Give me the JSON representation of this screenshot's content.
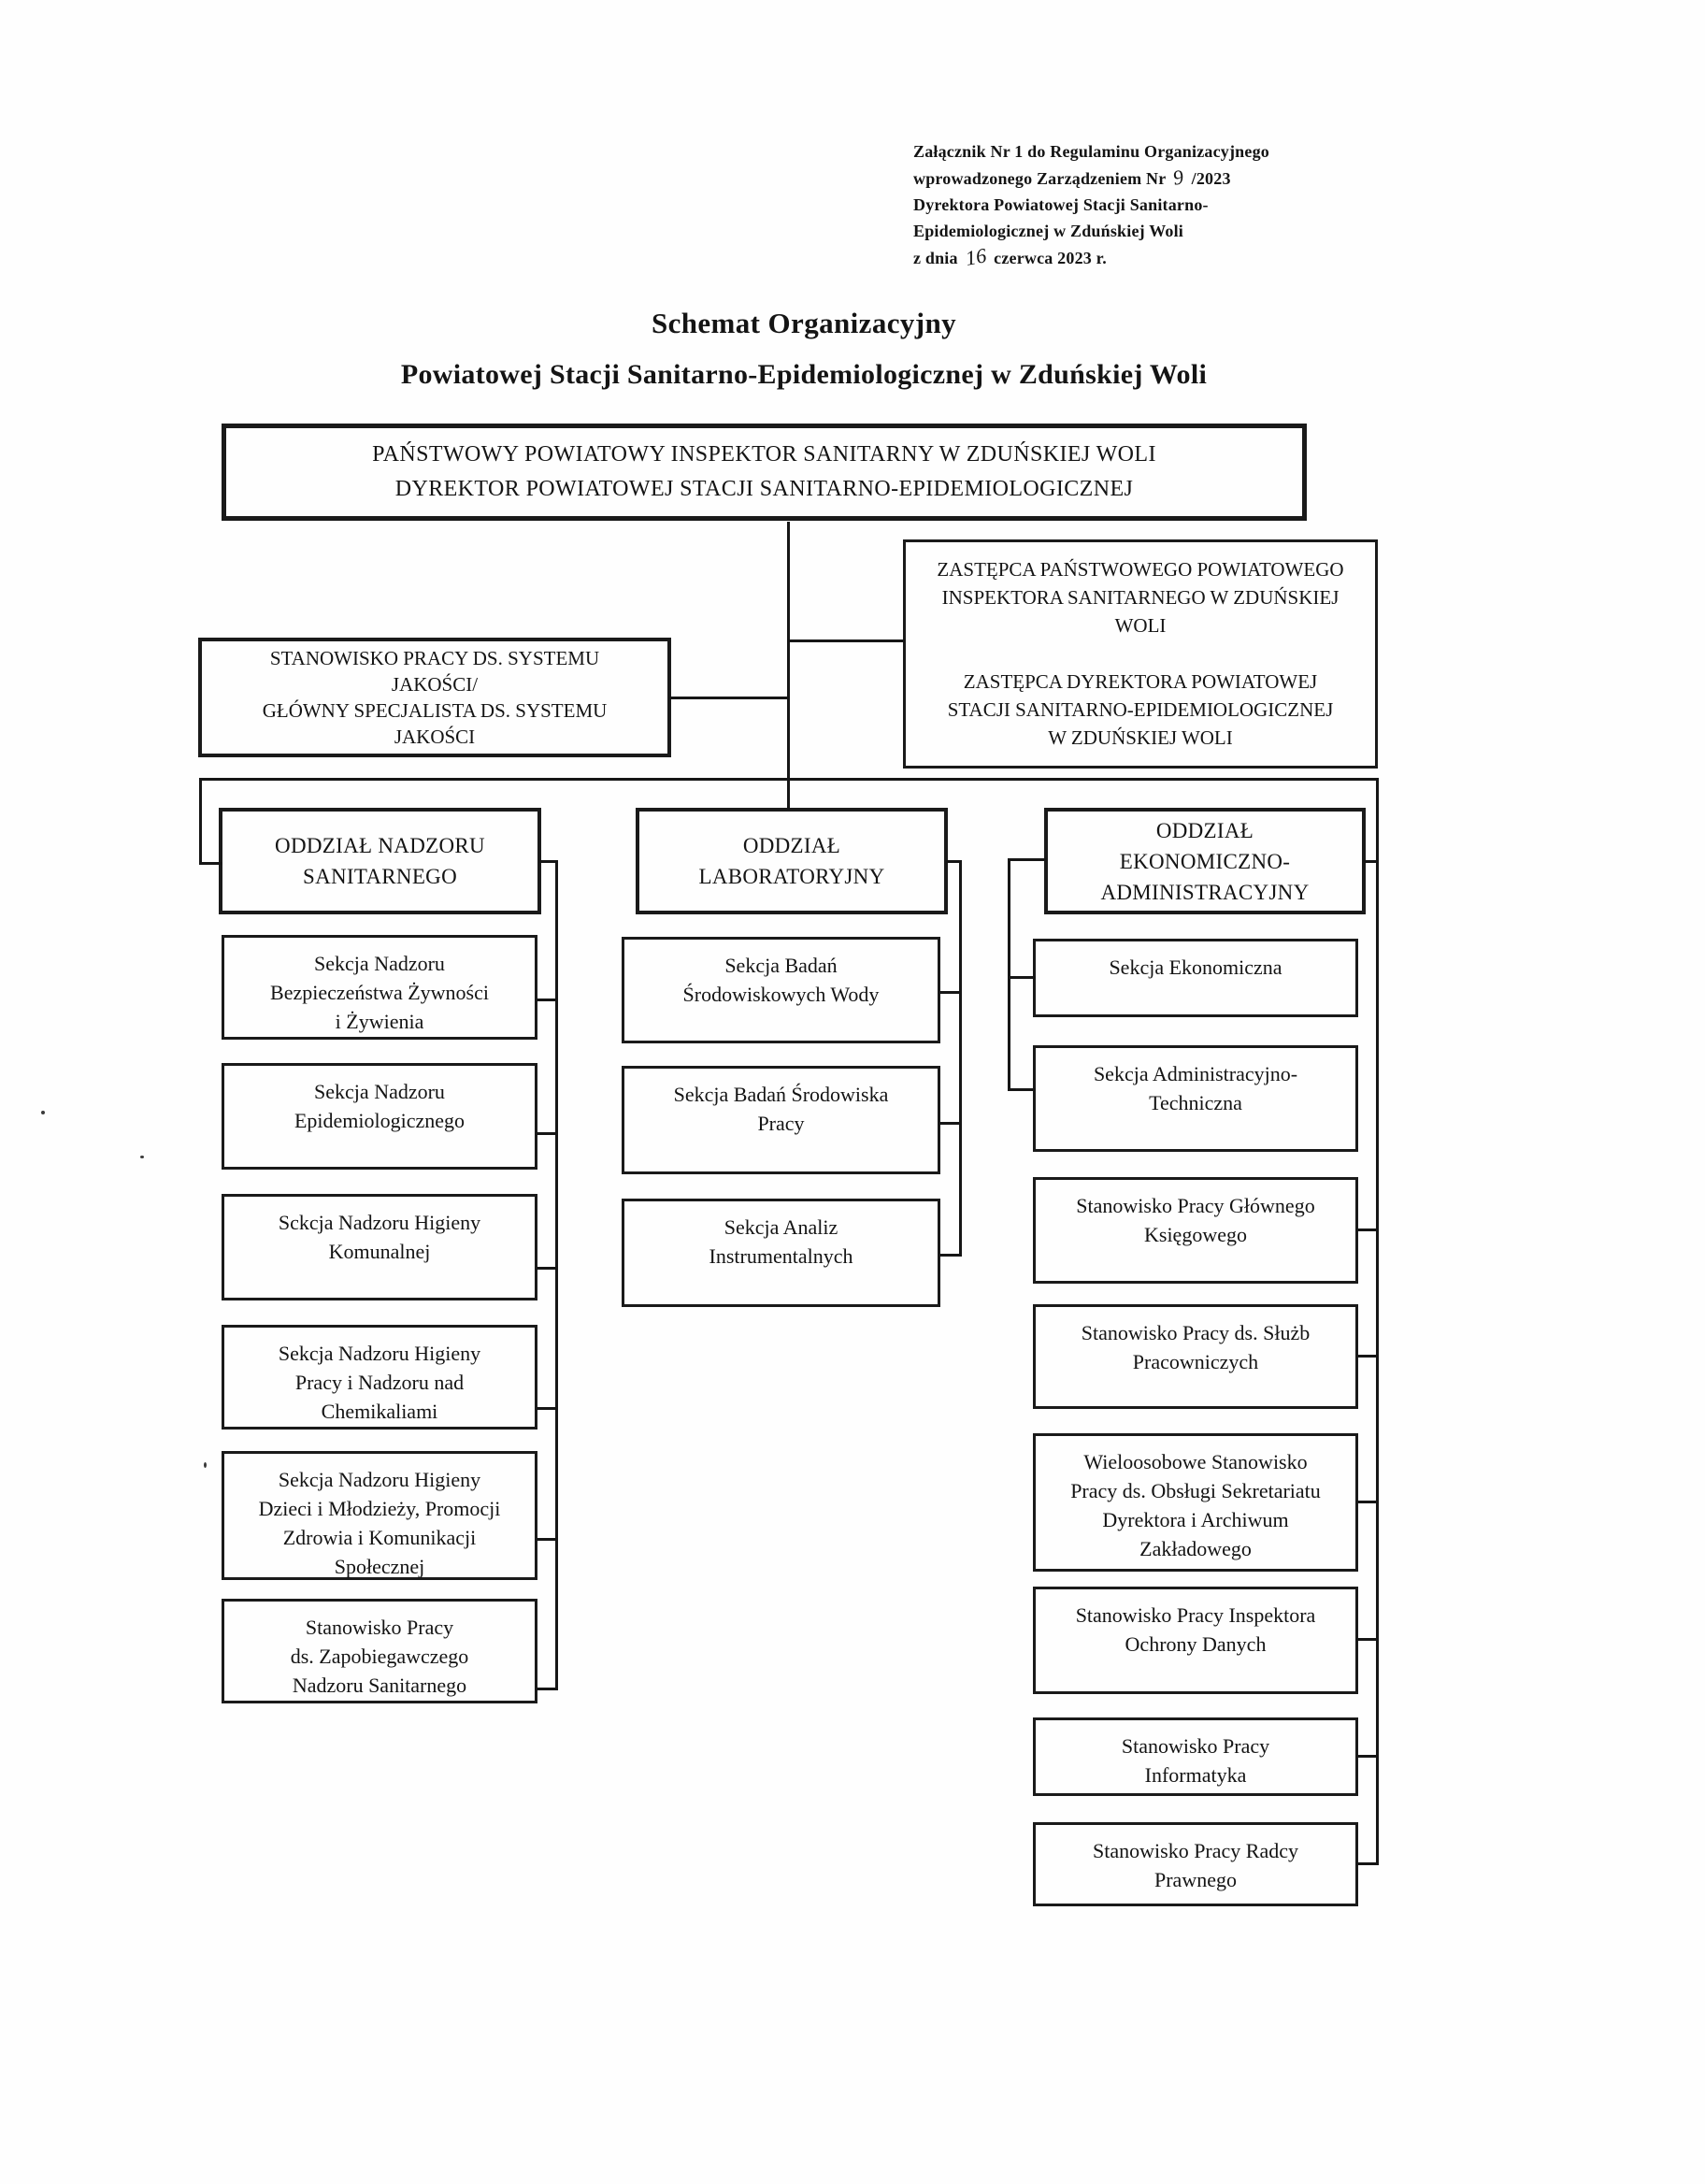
{
  "attachment_note": {
    "line1": "Załącznik Nr 1 do Regulaminu Organizacyjnego",
    "line2_prefix": "wprowadzonego Zarządzeniem Nr",
    "line2_number_handwritten": "9",
    "line2_suffix": "/2023",
    "line3": "Dyrektora Powiatowej Stacji Sanitarno-",
    "line4": "Epidemiologicznej w Zduńskiej Woli",
    "line5_prefix": "z dnia",
    "line5_day_handwritten": "16",
    "line5_suffix": "czerwca 2023 r."
  },
  "title": "Schemat Organizacyjny",
  "subtitle": "Powiatowej Stacji Sanitarno-Epidemiologicznej w Zduńskiej Woli",
  "nodes": {
    "root": "PAŃSTWOWY POWIATOWY INSPEKTOR SANITARNY W ZDUŃSKIEJ WOLI\nDYREKTOR POWIATOWEJ STACJI SANITARNO-EPIDEMIOLOGICZNEJ",
    "deputy": "ZASTĘPCA PAŃSTWOWEGO POWIATOWEGO\nINSPEKTORA SANITARNEGO W ZDUŃSKIEJ\nWOLI\n\nZASTĘPCA DYREKTORA POWIATOWEJ\nSTACJI SANITARNO-EPIDEMIOLOGICZNEJ\nW ZDUŃSKIEJ WOLI",
    "quality": "STANOWISKO PRACY DS. SYSTEMU\nJAKOŚCI/\nGŁÓWNY SPECJALISTA DS. SYSTEMU\nJAKOŚCI",
    "dept_san": "ODDZIAŁ NADZORU\nSANITARNEGO",
    "dept_lab": "ODDZIAŁ\nLABORATORYJNY",
    "dept_econ": "ODDZIAŁ\nEKONOMICZNO-\nADMINISTRACYJNY",
    "san_1": "Sekcja Nadzoru\nBezpieczeństwa Żywności\ni Żywienia",
    "san_2": "Sekcja Nadzoru\nEpidemiologicznego",
    "san_3": "Sckcja Nadzoru Higieny\nKomunalnej",
    "san_4": "Sekcja Nadzoru Higieny\nPracy i Nadzoru nad\nChemikaliami",
    "san_5": "Sekcja Nadzoru Higieny\nDzieci i Młodzieży, Promocji\nZdrowia  i Komunikacji\nSpołecznej",
    "san_6": "Stanowisko Pracy\nds. Zapobiegawczego\nNadzoru Sanitarnego",
    "lab_1": "Sekcja Badań\nŚrodowiskowych Wody",
    "lab_2": "Sekcja Badań Środowiska\nPracy",
    "lab_3": "Sekcja Analiz\nInstrumentalnych",
    "econ_1": "Sekcja Ekonomiczna",
    "econ_2": "Sekcja Administracyjno-\nTechniczna",
    "econ_3": "Stanowisko Pracy Głównego\nKsięgowego",
    "econ_4": "Stanowisko Pracy ds. Służb\nPracowniczych",
    "econ_5": "Wieloosobowe Stanowisko\nPracy ds. Obsługi Sekretariatu\nDyrektora i Archiwum\nZakładowego",
    "econ_6": "Stanowisko Pracy Inspektora\nOchrony Danych",
    "econ_7": "Stanowisko Pracy\nInformatyka",
    "econ_8": "Stanowisko Pracy Radcy\nPrawnego"
  }
}
